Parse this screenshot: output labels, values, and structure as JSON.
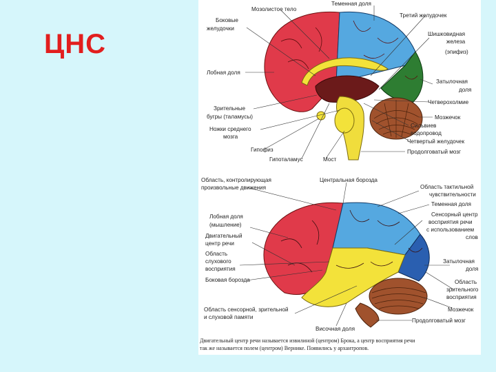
{
  "slide": {
    "title": "ЦНС"
  },
  "top_figure": {
    "labels": {
      "corpus_callosum": "Мозолистое тело",
      "parietal": "Теменная доля",
      "third_ventricle": "Третий желудочек",
      "lateral_ventricles_1": "Боковые",
      "lateral_ventricles_2": "желудочки",
      "pineal_1": "Шишковидная",
      "pineal_2": "железа",
      "pineal_3": "(эпифиз)",
      "frontal": "Лобная доля",
      "occipital_1": "Затылочная",
      "occipital_2": "доля",
      "quadrigemina": "Четверохолмие",
      "thalamus_1": "Зрительные",
      "thalamus_2": "бугры (таламусы)",
      "cerebellum": "Мозжечок",
      "peduncles_1": "Ножки среднего",
      "peduncles_2": "мозга",
      "aqueduct_1": "Сильвиев",
      "aqueduct_2": "водопровод",
      "fourth_ventricle": "Четвертый желудочек",
      "hypophysis": "Гипофиз",
      "medulla": "Продолговатый мозг",
      "hypothalamus": "Гипоталамус",
      "pons": "Мост"
    }
  },
  "bottom_figure": {
    "labels": {
      "motor_area_1": "Область, контролирующая",
      "motor_area_2": "произвольные движения",
      "central_sulcus": "Центральная борозда",
      "tactile_1": "Область тактильной",
      "tactile_2": "чувствительности",
      "parietal": "Теменная доля",
      "frontal_1": "Лобная доля",
      "frontal_2": "(мышление)",
      "sensory_speech_1": "Сенсорный центр",
      "sensory_speech_2": "восприятия речи",
      "sensory_speech_3": "с использованием",
      "sensory_speech_4": "слов",
      "motor_speech_1": "Двигательный",
      "motor_speech_2": "центр речи",
      "auditory_1": "Область",
      "auditory_2": "слухового",
      "auditory_3": "восприятия",
      "occipital_1": "Затылочная",
      "occipital_2": "доля",
      "lateral_sulcus": "Боковая борозда",
      "visual_1": "Область",
      "visual_2": "зрительного",
      "visual_3": "восприятия",
      "cerebellum": "Мозжечок",
      "memory_1": "Область сенсорной, зрительной",
      "memory_2": "и слуховой памяти",
      "medulla": "Продолговатый мозг",
      "temporal": "Височная доля"
    },
    "caption_1": "Двигательный центр речи называется извилиной (центром) Брока, а центр восприятия речи",
    "caption_2": "так же называется полем (центром) Вернике. Появились у архантропов."
  },
  "colors": {
    "background": "#d6f6fb",
    "title": "#e21e1e",
    "frontal": "#e03a4a",
    "parietal": "#55a8e0",
    "occipital": "#2e7d32",
    "temporal": "#f3e23a",
    "cerebellum": "#a0522d",
    "brainstem": "#f0dd3c"
  }
}
